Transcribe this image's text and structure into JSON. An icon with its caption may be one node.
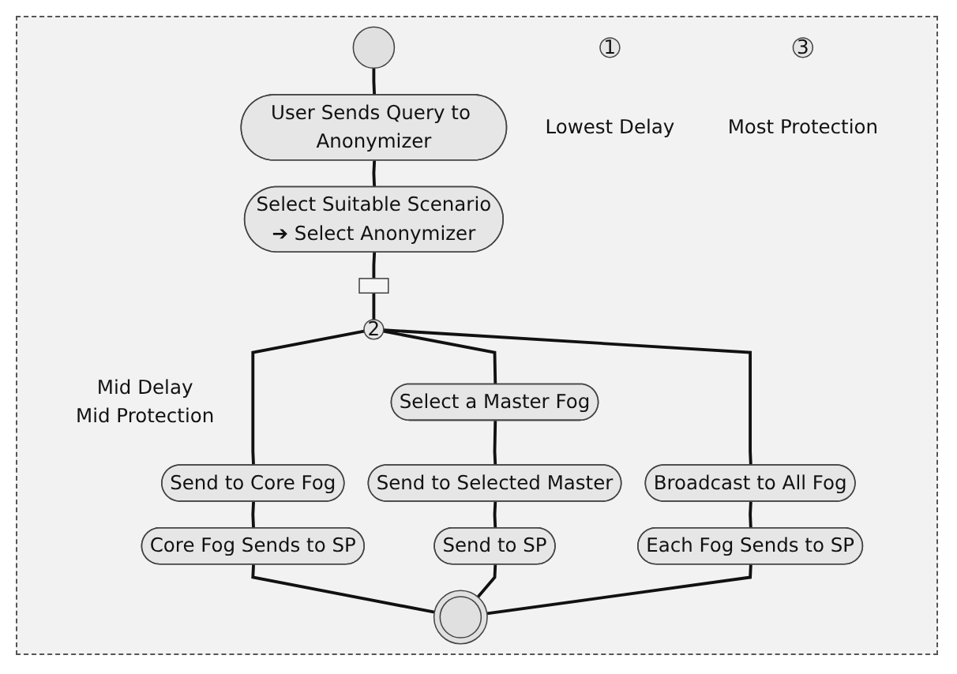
{
  "diagram": {
    "nodes": [
      {
        "text": [],
        "shape": "circle"
      },
      {
        "text": [
          "User Sends Query to Anonymizer"
        ]
      },
      {
        "text": [
          "Select Suitable Scenario",
          "➔ Select Anonymizer"
        ]
      },
      {
        "text": [
          "1"
        ],
        "beside": [
          "Lowest Delay"
        ]
      },
      {
        "text": [],
        "shape": "bar"
      },
      {
        "text": [
          "3"
        ],
        "beside": [
          "Most Protection"
        ]
      },
      {
        "text": [
          "2"
        ],
        "beside": [
          "Mid Delay",
          "Mid Protection"
        ]
      },
      {
        "text": [
          "Send to Core Fog"
        ]
      },
      {
        "text": [
          "Select a Master Fog"
        ]
      },
      {
        "text": [
          "Broadcast to All Fog"
        ]
      },
      {
        "text": [
          "Core Fog Sends to SP"
        ]
      },
      {
        "text": [
          "Send to Selected Master"
        ]
      },
      {
        "text": [
          "Each Fog Sends to SP"
        ]
      },
      {
        "text": [
          "Send to SP"
        ]
      },
      {
        "text": [],
        "shape": "circle"
      }
    ],
    "edges": [
      {
        "from": 0,
        "to": 1,
        "arrow": "none"
      },
      {
        "from": 1,
        "to": 2,
        "arrow": "none"
      },
      {
        "from": 2,
        "to": 4,
        "arrow": "none"
      },
      {
        "from": 4,
        "to": 6,
        "arrow": "none"
      },
      {
        "from": 6,
        "to": 7,
        "arrow": "none"
      },
      {
        "from": 6,
        "to": 8,
        "arrow": "none"
      },
      {
        "from": 6,
        "to": 9,
        "arrow": "none"
      },
      {
        "from": 7,
        "to": 10,
        "arrow": "none"
      },
      {
        "from": 8,
        "to": 11,
        "arrow": "none"
      },
      {
        "from": 11,
        "to": 13,
        "arrow": "none"
      },
      {
        "from": 9,
        "to": 12,
        "arrow": "none"
      },
      {
        "from": 10,
        "to": 14,
        "arrow": "none"
      },
      {
        "from": 13,
        "to": 14,
        "arrow": "none"
      },
      {
        "from": 12,
        "to": 14,
        "arrow": "none"
      }
    ]
  }
}
